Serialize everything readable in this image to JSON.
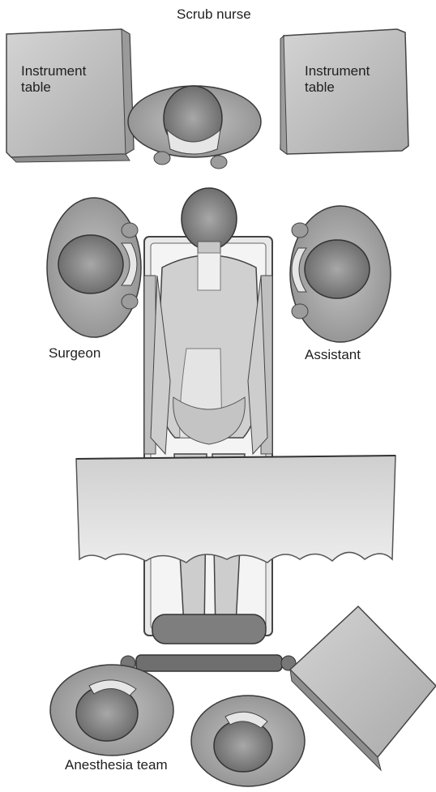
{
  "labels": {
    "scrub_nurse": "Scrub nurse",
    "instrument_table_left": "Instrument table",
    "instrument_table_right": "Instrument table",
    "surgeon": "Surgeon",
    "assistant": "Assistant",
    "anesthesia_team": "Anesthesia team"
  },
  "colors": {
    "line": "#3a3a3a",
    "shade": "#b9b9b9",
    "light_shade": "#dcdcdc",
    "skin": "#d0d0d0",
    "label_text": "#1f1f1f"
  }
}
